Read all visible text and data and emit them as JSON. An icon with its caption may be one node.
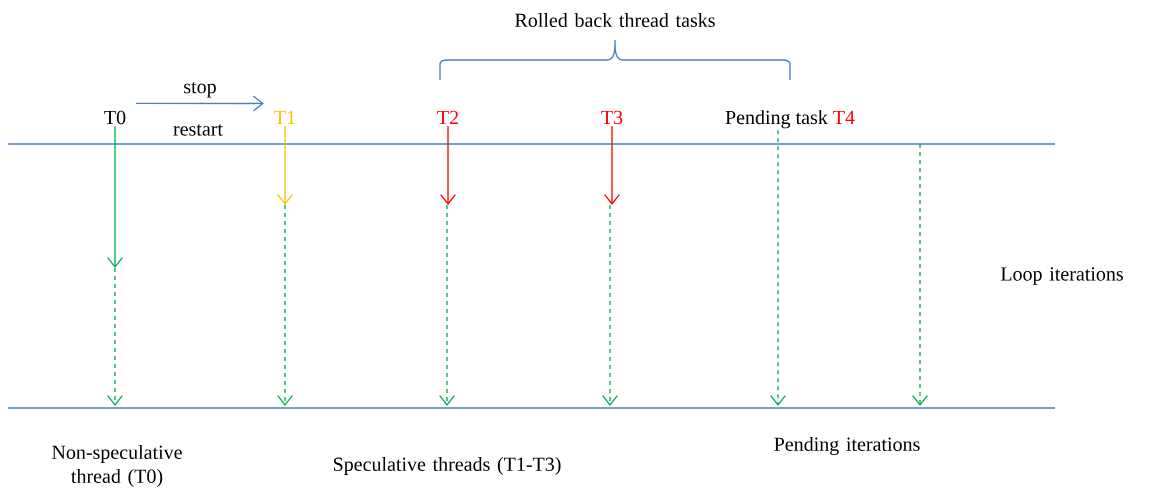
{
  "diagram": {
    "nodes": [
      {
        "text": [
          "T0"
        ]
      },
      {
        "text": [
          "T1"
        ]
      },
      {
        "text": [
          "T2"
        ]
      },
      {
        "text": [
          "T3"
        ]
      },
      {
        "text": [
          "Pending task",
          "T4"
        ]
      }
    ],
    "edges": [
      {
        "from": 0,
        "to": 1,
        "arrow": "to",
        "label": "stop",
        "color": "#4a7ebb"
      },
      {
        "from": 0,
        "to": null,
        "arrow": "to",
        "color": "#00b050"
      },
      {
        "from": 1,
        "to": null,
        "arrow": "to",
        "color": "#ffc000"
      },
      {
        "from": 2,
        "to": null,
        "arrow": "to",
        "color": "#ff0000"
      },
      {
        "from": 3,
        "to": null,
        "arrow": "to",
        "color": "#ff0000"
      },
      {
        "from": 4,
        "to": null,
        "arrow": "to",
        "style": "dashed",
        "color": "#00b050"
      }
    ],
    "labels": [
      "Rolled back thread tasks",
      "restart",
      "Loop iterations",
      "Non-speculative thread (T0)",
      "Speculative threads (T1-T3)",
      "Pending iterations"
    ]
  }
}
